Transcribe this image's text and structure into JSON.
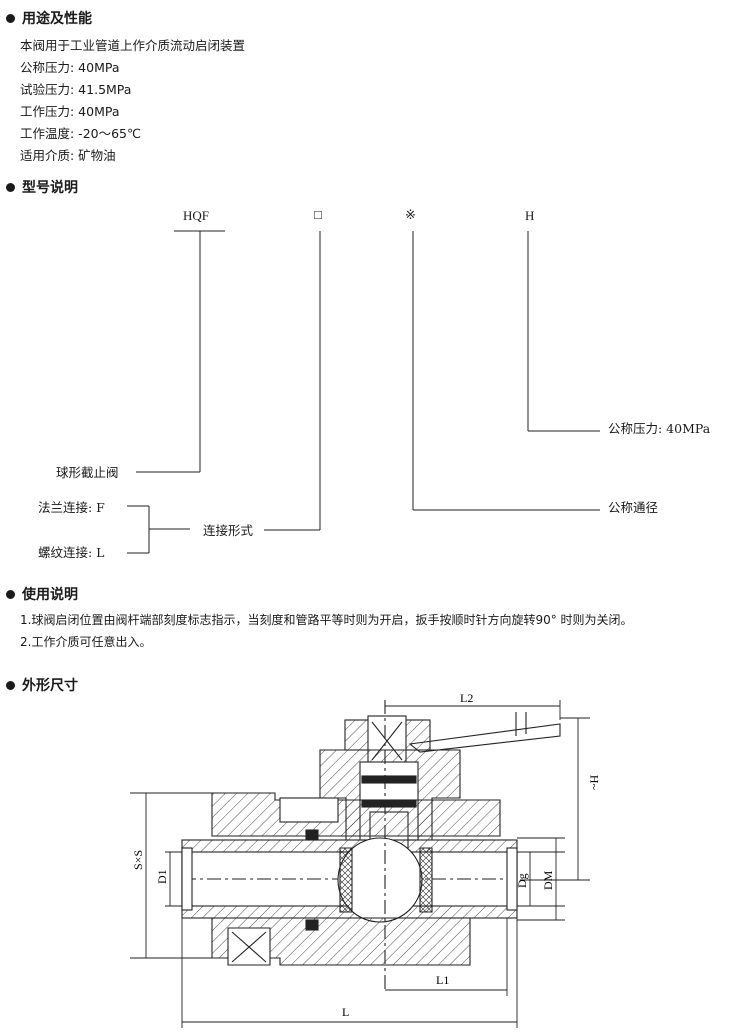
{
  "section1": {
    "heading": "用途及性能",
    "lines": [
      "本阀用于工业管道上作介质流动启闭装置",
      "公称压力: 40MPa",
      "试验压力: 41.5MPa",
      "工作压力: 40MPa",
      "工作温度: -20～65℃",
      "适用介质: 矿物油"
    ]
  },
  "section2": {
    "heading": "型号说明",
    "codes": [
      "HQF",
      "□",
      "※",
      "H"
    ],
    "labels": {
      "pressure": "公称压力: 40MPa",
      "diameter": "公称通径",
      "type": "球形截止阀",
      "flange": "法兰连接: F",
      "thread": "螺纹连接: L",
      "connection": "连接形式"
    }
  },
  "section3": {
    "heading": "使用说明",
    "lines": [
      "1.球阀启闭位置由阀杆端部刻度标志指示，当刻度和管路平等时则为开启，扳手按顺时针方向旋转90° 时则为关闭。",
      "2.工作介质可任意出入。"
    ]
  },
  "section4": {
    "heading": "外形尺寸",
    "dims": {
      "L2": "L2",
      "H": "~H",
      "SxS": "S×S",
      "D1": "D1",
      "Dg": "Dg",
      "DM": "DM",
      "L1": "L1",
      "L": "L"
    }
  }
}
